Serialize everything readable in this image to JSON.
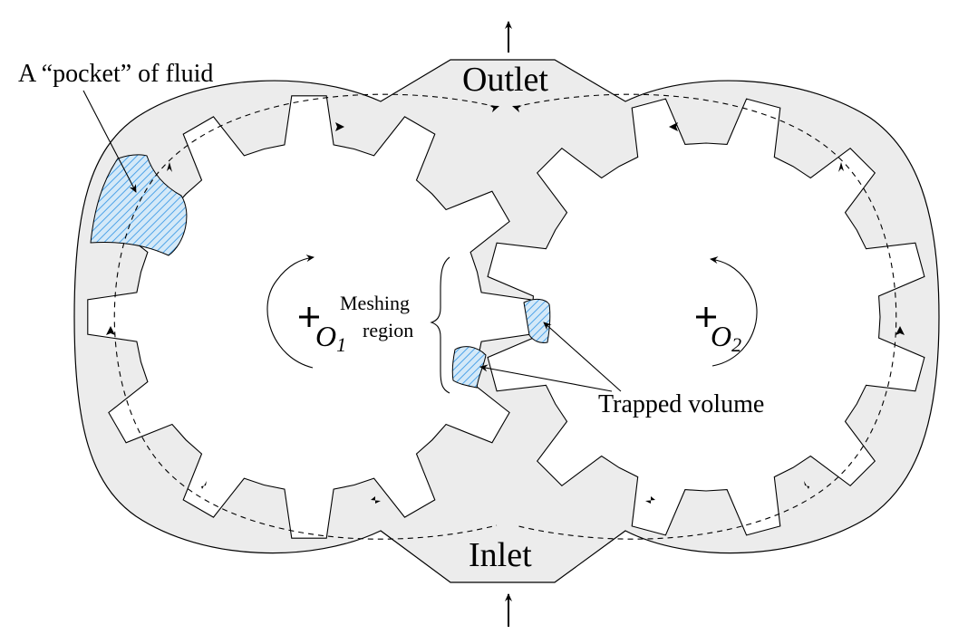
{
  "diagram": {
    "labels": {
      "outlet": "Outlet",
      "inlet": "Inlet",
      "pocket": "A “pocket” of fluid",
      "meshing_line1": "Meshing",
      "meshing_line2": "region",
      "trapped": "Trapped volume",
      "gear1_center": "O",
      "gear1_sub": "1",
      "gear2_center": "O",
      "gear2_sub": "2"
    },
    "colors": {
      "casing_fill": "#ececec",
      "hatch": "#4da3e8",
      "hatch_bg": "#d4e9f8",
      "line": "#000000"
    },
    "gears": [
      {
        "name": "gear-1",
        "teeth": 12,
        "rotation": "clockwise"
      },
      {
        "name": "gear-2",
        "teeth": 12,
        "rotation": "counter-clockwise"
      }
    ]
  }
}
